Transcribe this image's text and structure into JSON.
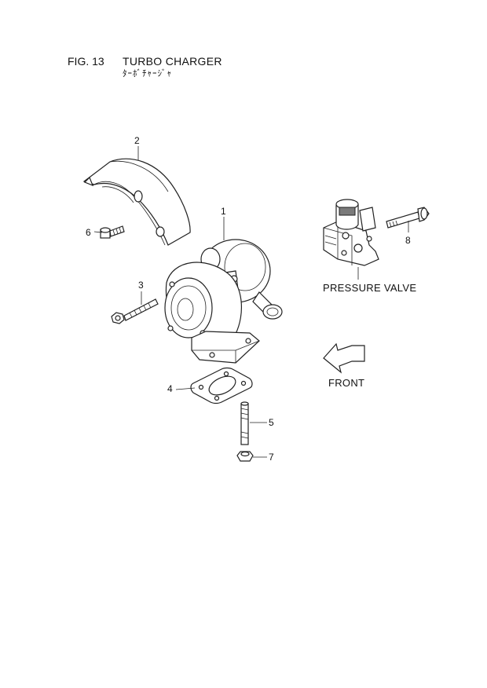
{
  "header": {
    "figure_number": "FIG. 13",
    "title": "TURBO CHARGER",
    "subtitle": "ﾀｰﾎﾞﾁｬｰｼﾞｬ"
  },
  "callouts": {
    "c1": "1",
    "c2": "2",
    "c3": "3",
    "c4": "4",
    "c5": "5",
    "c6": "6",
    "c7": "7",
    "c8": "8"
  },
  "captions": {
    "pressure_valve": "PRESSURE VALVE",
    "front": "FRONT"
  },
  "parts": [
    {
      "no": "1",
      "name": "turbo-charger"
    },
    {
      "no": "2",
      "name": "heat-shield"
    },
    {
      "no": "3",
      "name": "stud-with-nut"
    },
    {
      "no": "4",
      "name": "gasket"
    },
    {
      "no": "5",
      "name": "stud"
    },
    {
      "no": "6",
      "name": "bolt"
    },
    {
      "no": "7",
      "name": "nut"
    },
    {
      "no": "8",
      "name": "bolt"
    }
  ]
}
